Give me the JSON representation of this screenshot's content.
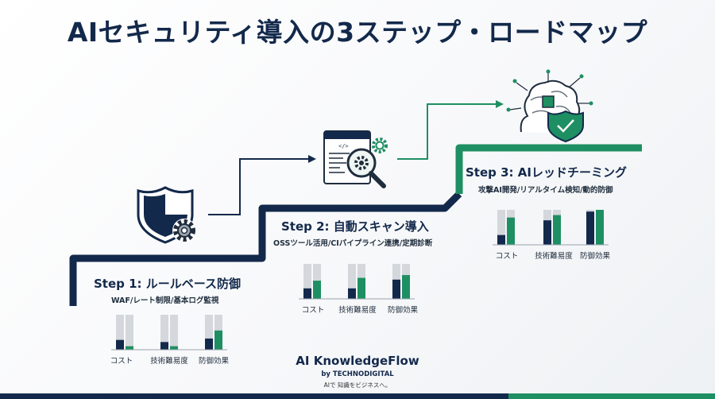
{
  "title": "AIセキュリティ導入の3ステップ・ロードマップ",
  "colors": {
    "navy": "#13294b",
    "green": "#1e8f62",
    "empty": "#d4d7dc"
  },
  "steps": [
    {
      "title": "Step 1: ルールベース防御",
      "subtitle": "WAF/レート制限/基本ログ監視",
      "icon": "shield-gear-icon",
      "bars": [
        {
          "label": "コスト",
          "navy": 0.28,
          "green": 0.1
        },
        {
          "label": "技術難易度",
          "navy": 0.22,
          "green": 0.1
        },
        {
          "label": "防御効果",
          "navy": 0.32,
          "green": 0.55
        }
      ]
    },
    {
      "title": "Step 2: 自動スキャン導入",
      "subtitle": "OSSツール活用/CIパイプライン連携/定期診断",
      "icon": "code-scan-gear-icon",
      "bars": [
        {
          "label": "コスト",
          "navy": 0.3,
          "green": 0.52
        },
        {
          "label": "技術難易度",
          "navy": 0.3,
          "green": 0.6
        },
        {
          "label": "防御効果",
          "navy": 0.55,
          "green": 0.68
        }
      ]
    },
    {
      "title": "Step 3: AIレッドチーミング",
      "subtitle": "攻撃AI開発/リアルタイム検知/動的防御",
      "icon": "ai-brain-shield-icon",
      "bars": [
        {
          "label": "コスト",
          "navy": 0.28,
          "green": 0.78
        },
        {
          "label": "技術難易度",
          "navy": 0.7,
          "green": 0.85
        },
        {
          "label": "防御効果",
          "navy": 0.95,
          "green": 1.0
        }
      ]
    }
  ],
  "brand": {
    "name": "AI KnowledgeFlow",
    "by": "by TECHNODIGITAL",
    "tagline": "AIで 知識をビジネスへ。"
  }
}
